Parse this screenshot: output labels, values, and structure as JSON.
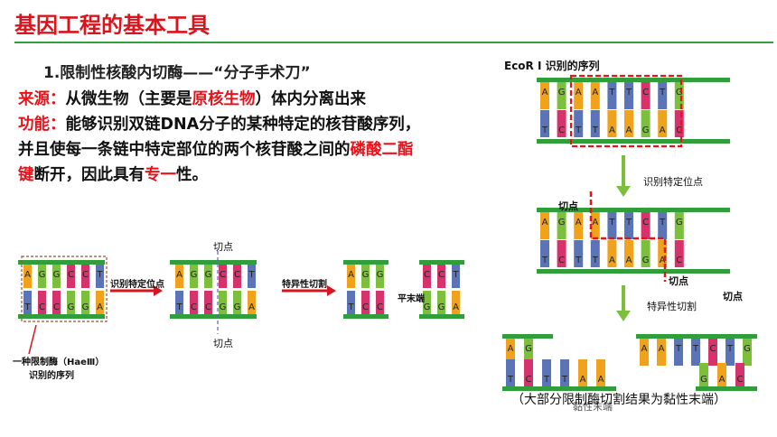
{
  "header": {
    "title": "基因工程的基本工具"
  },
  "section": {
    "heading": "1.限制性核酸内切酶——“分子手术刀”"
  },
  "source": {
    "label": "来源：",
    "pre": "从微生物（主要是",
    "highlight": "原核生物",
    "post": "）体内分离出来"
  },
  "function": {
    "label": "功能：",
    "line1": "能够识别双链DNA分子的某种特定的核苷酸序列，",
    "line2_pre": "并且使每一条链中特定部位的两个核苷酸之间的",
    "line2_highlight": "磷酸二酯",
    "line3_highlight": "键",
    "line3_mid": "断开，因此具有",
    "line3_highlight2": "专一",
    "line3_post": "性。"
  },
  "haeiii": {
    "top_seq": [
      "A",
      "G",
      "G",
      "C",
      "C",
      "T"
    ],
    "bottom_seq": [
      "T",
      "C",
      "C",
      "G",
      "G",
      "A"
    ],
    "arrow1_label": "识别特定位点",
    "arrow2_label": "特异性切割",
    "cut_label_top": "切点",
    "cut_label_bottom": "切点",
    "blunt_label": "平末端",
    "enzyme_label": "一种限制酶（HaeⅢ）",
    "enzyme_sub": "识别的序列"
  },
  "ecori": {
    "title": "EcoR Ⅰ 识别的序列",
    "top_seq": [
      "A",
      "G",
      "A",
      "A",
      "T",
      "T",
      "C",
      "T",
      "G"
    ],
    "bottom_seq": [
      "T",
      "C",
      "T",
      "T",
      "A",
      "A",
      "G",
      "A",
      "C"
    ],
    "step1_label": "识别特定位点",
    "cut_label_1": "切点",
    "cut_label_2": "切点",
    "cut_label_3": "切点",
    "step2_label": "特异性切割",
    "sticky_label": "黏性末端",
    "note": "（大部分限制酶切割结果为黏性末端）"
  },
  "colors": {
    "accent": "#e8121b",
    "rule": "#2f9e3b",
    "backbone": "#2f9e3b",
    "arrow": "#7bbf3a"
  }
}
